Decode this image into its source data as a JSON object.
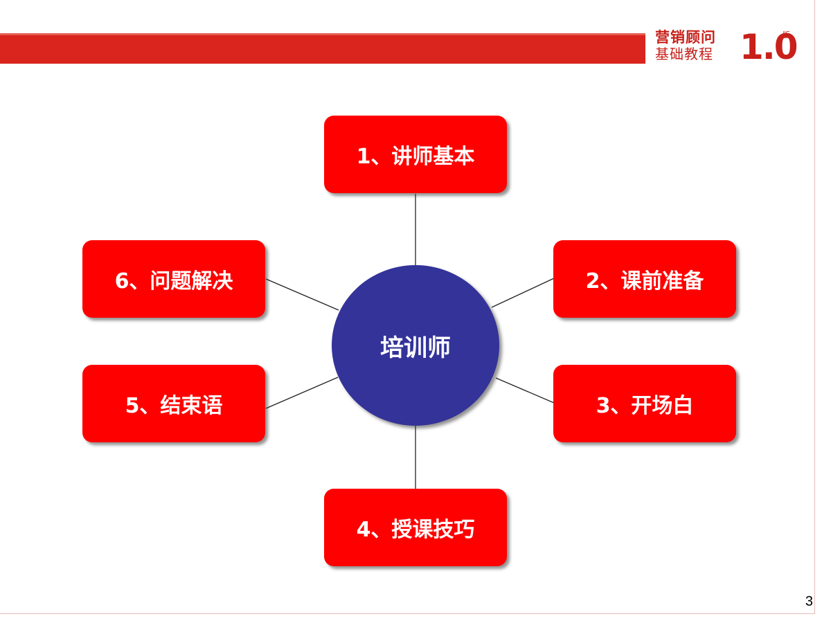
{
  "header": {
    "brand_line1": "营销顾问",
    "brand_line2": "基础教程",
    "version": "1.0",
    "edition": "版"
  },
  "diagram": {
    "center_label": "培训师",
    "nodes": [
      "1、讲师基本",
      "2、课前准备",
      "3、开场白",
      "4、授课技巧",
      "5、结束语",
      "6、问题解决"
    ]
  },
  "colors": {
    "header_bar": "#d9251d",
    "node_fill": "#ff0000",
    "hub_fill": "#333399",
    "brand": "#c8201a"
  },
  "page_number": "3"
}
